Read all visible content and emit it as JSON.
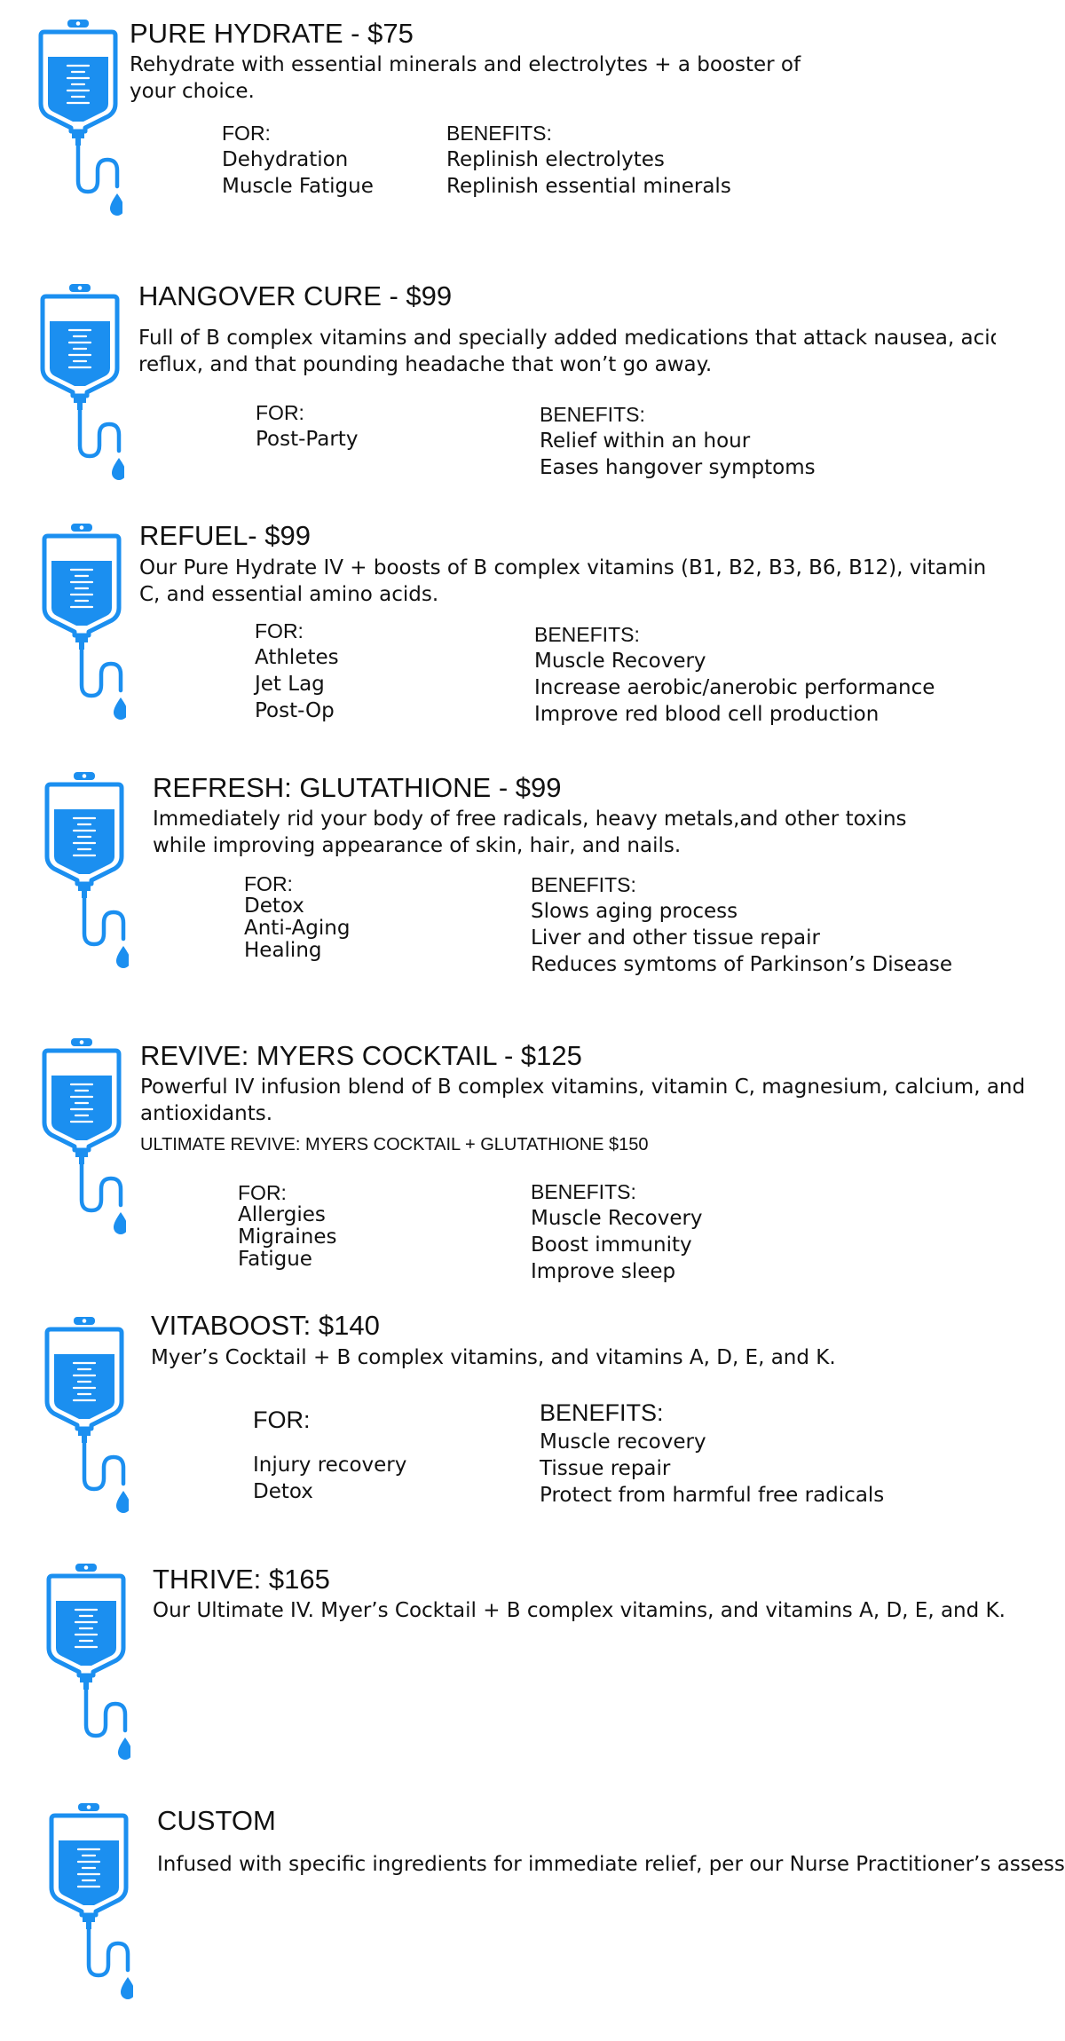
{
  "brand_color": "#1b8ff0",
  "items": [
    {
      "title": "PURE HYDRATE - $75",
      "description": "Rehydrate with essential minerals and electrolytes + a booster of your choice.",
      "for_label": "FOR:",
      "for": [
        "Dehydration",
        "Muscle Fatigue"
      ],
      "benefits_label": "BENEFITS:",
      "benefits": [
        "Replinish electrolytes",
        "Replinish essential minerals"
      ]
    },
    {
      "title": "HANGOVER CURE - $99",
      "description": "Full of B complex vitamins and specially added medications that attack nausea, acid reflux, and that pounding headache that won’t go away.",
      "for_label": "FOR:",
      "for": [
        "Post-Party"
      ],
      "benefits_label": "BENEFITS:",
      "benefits": [
        "Relief within an hour",
        "Eases hangover symptoms"
      ]
    },
    {
      "title": "REFUEL- $99",
      "description": "Our Pure Hydrate IV + boosts of B complex vitamins (B1, B2, B3, B6, B12), vitamin C, and essential amino acids.",
      "for_label": "FOR:",
      "for": [
        "Athletes",
        "Jet Lag",
        "Post-Op"
      ],
      "benefits_label": "BENEFITS:",
      "benefits": [
        "Muscle Recovery",
        "Increase aerobic/anerobic performance",
        "Improve red blood cell production"
      ]
    },
    {
      "title": "REFRESH: GLUTATHIONE - $99",
      "description": "Immediately rid your body of free radicals, heavy metals,and other toxins while improving appearance of skin, hair, and nails.",
      "for_label": "FOR:",
      "for": [
        "Detox",
        "Anti-Aging",
        "Healing"
      ],
      "benefits_label": "BENEFITS:",
      "benefits": [
        "Slows aging process",
        "Liver and other tissue repair",
        "Reduces symtoms of Parkinson’s Disease"
      ]
    },
    {
      "title": "REVIVE: MYERS COCKTAIL - $125",
      "description": "Powerful IV infusion blend of B complex vitamins, vitamin C, magnesium, calcium, and antioxidants.",
      "note": "ULTIMATE REVIVE: MYERS COCKTAIL + GLUTATHIONE $150",
      "for_label": "FOR:",
      "for": [
        "Allergies",
        "Migraines",
        "Fatigue"
      ],
      "benefits_label": "BENEFITS:",
      "benefits": [
        "Muscle Recovery",
        "Boost immunity",
        "Improve sleep"
      ]
    },
    {
      "title": "VITABOOST: $140",
      "description": "Myer’s Cocktail + B complex vitamins, and vitamins A, D, E, and K.",
      "for_label": "FOR:",
      "for": [
        "Injury recovery",
        "Detox"
      ],
      "benefits_label": "BENEFITS:",
      "benefits": [
        "Muscle recovery",
        "Tissue repair",
        "Protect from harmful free radicals"
      ]
    },
    {
      "title": "THRIVE: $165",
      "description": "Our Ultimate IV. Myer’s Cocktail + B complex vitamins, and vitamins A, D, E, and K."
    },
    {
      "title": "CUSTOM",
      "description": "Infused with specific ingredients for immediate relief, per our Nurse Practitioner’s assessment."
    }
  ]
}
